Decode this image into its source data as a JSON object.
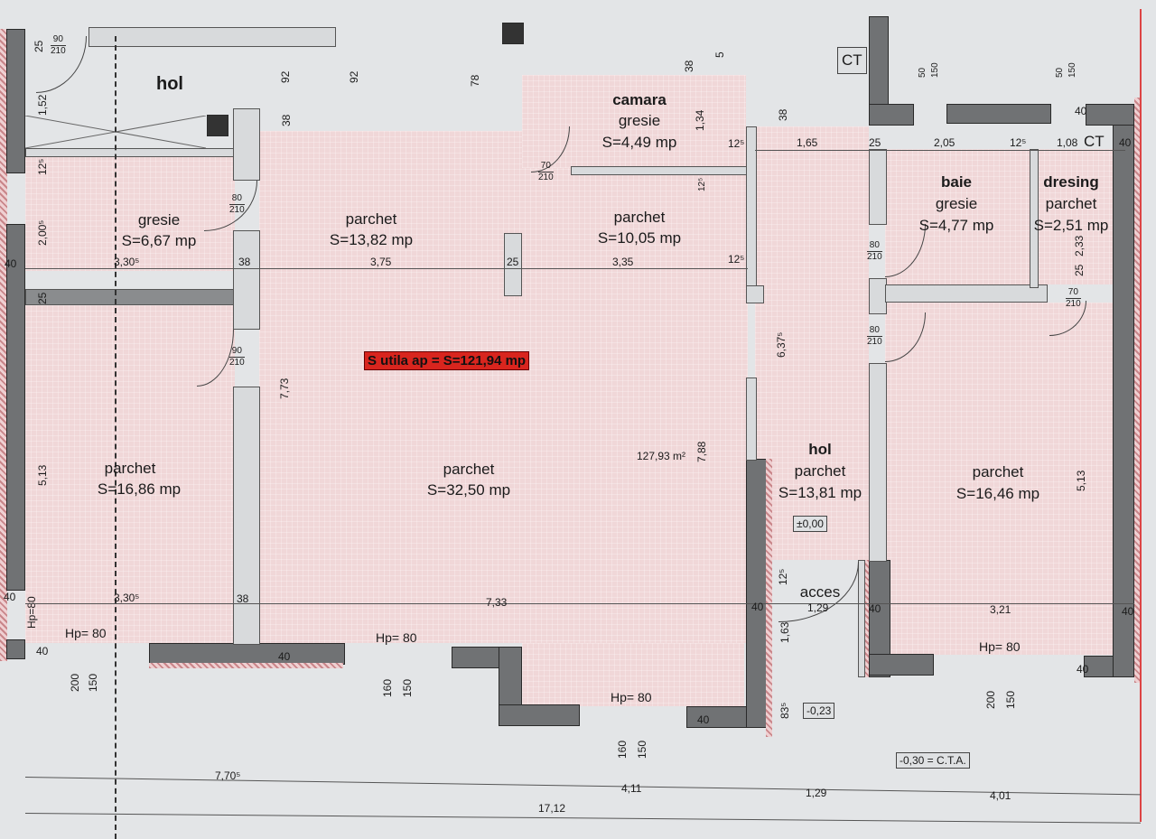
{
  "rooms": {
    "hol_top": {
      "name": "hol"
    },
    "left_top": {
      "floor": "gresie",
      "area": "S=6,67 mp"
    },
    "left_bottom": {
      "floor": "parchet",
      "area": "S=16,86 mp"
    },
    "center_top_left": {
      "floor": "parchet",
      "area": "S=13,82 mp"
    },
    "center_top_right": {
      "floor": "parchet",
      "area": "S=10,05 mp"
    },
    "center_main": {
      "floor": "parchet",
      "area": "S=32,50 mp"
    },
    "camara": {
      "name": "camara",
      "floor": "gresie",
      "area": "S=4,49 mp"
    },
    "hol_right": {
      "name": "hol",
      "floor": "parchet",
      "area": "S=13,81 mp"
    },
    "baie": {
      "name": "baie",
      "floor": "gresie",
      "area": "S=4,77 mp"
    },
    "dresing": {
      "name": "dresing",
      "floor": "parchet",
      "area": "S=2,51 mp"
    },
    "right_room": {
      "floor": "parchet",
      "area": "S=16,46 mp"
    },
    "acces": {
      "name": "acces"
    }
  },
  "summary": {
    "usable_area": "S utila ap = S=121,94 mp",
    "total_area": "127,93 m²"
  },
  "levels": {
    "zero": "±0,00",
    "acces": "-0,23",
    "cta": "-0,30 = C.T.A."
  },
  "ct_labels": [
    "CT",
    "CT"
  ],
  "doors": {
    "d1": {
      "w": "90",
      "h": "210"
    },
    "d2": {
      "w": "80",
      "h": "210"
    },
    "d3": {
      "w": "90",
      "h": "210"
    },
    "d4": {
      "w": "70",
      "h": "210"
    },
    "d5": {
      "w": "80",
      "h": "210"
    },
    "d6": {
      "w": "80",
      "h": "210"
    },
    "d7": {
      "w": "70",
      "h": "210"
    }
  },
  "windows": {
    "hp": [
      "Hp=80",
      "Hp= 80",
      "Hp= 80",
      "Hp= 80",
      "Hp= 80"
    ],
    "w_left": [
      "200",
      "150"
    ],
    "w_center": [
      "160",
      "150"
    ],
    "w_bay": [
      "160",
      "150"
    ],
    "w_right": [
      "200",
      "150"
    ],
    "w_top1": [
      "50",
      "150"
    ],
    "w_top2": [
      "50",
      "150"
    ]
  },
  "dimensions": {
    "h": [
      "3,30⁵",
      "38",
      "3,75",
      "25",
      "3,35",
      "12⁵",
      "40",
      "3,30⁵",
      "38",
      "7,33",
      "40",
      "1,29",
      "40",
      "3,21",
      "40",
      "1,65",
      "25",
      "2,05",
      "12⁵",
      "1,08",
      "40",
      "12⁵",
      "40",
      "40",
      "40",
      "7,70⁵",
      "4,11",
      "1,29",
      "4,01",
      "17,12",
      "40",
      "40",
      "40",
      "38",
      "38",
      "38",
      "12⁵"
    ],
    "v": [
      "25",
      "1,52",
      "92",
      "92",
      "78",
      "38",
      "38",
      "1,34",
      "5",
      "12⁵",
      "2,00⁵",
      "25",
      "5,13",
      "7,73",
      "7,88",
      "6,37⁵",
      "5,13",
      "2,33",
      "25",
      "40",
      "12⁵",
      "1,63",
      "83⁵",
      "40",
      "40",
      "40"
    ]
  }
}
